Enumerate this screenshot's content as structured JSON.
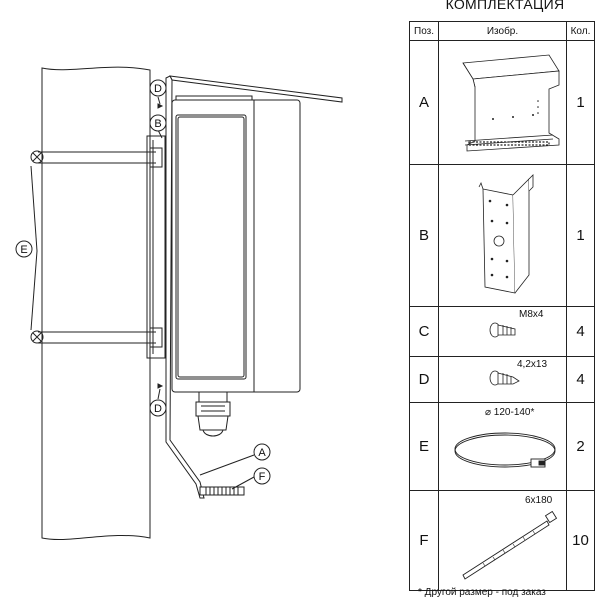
{
  "kit": {
    "title": "КОМПЛЕКТАЦИЯ",
    "headers": {
      "pos": "Поз.",
      "image": "Изобр.",
      "qty": "Кол."
    },
    "rows": [
      {
        "pos": "A",
        "qty": "1",
        "item": "mounting-bracket-canopy"
      },
      {
        "pos": "B",
        "qty": "1",
        "item": "pole-mount-plate"
      },
      {
        "pos": "C",
        "qty": "4",
        "item": "bolt",
        "size": "M8x4"
      },
      {
        "pos": "D",
        "qty": "4",
        "item": "self-tapping-screw",
        "size": "4,2x13"
      },
      {
        "pos": "E",
        "qty": "2",
        "item": "hose-clamp",
        "size": "⌀ 120-140*"
      },
      {
        "pos": "F",
        "qty": "10",
        "item": "cable-tie",
        "size": "6x180"
      }
    ],
    "footnote": "* Другой размер - под заказ"
  },
  "callouts": {
    "A": "A",
    "B": "B",
    "D_top": "D",
    "D_bottom": "D",
    "E": "E",
    "F": "F"
  }
}
